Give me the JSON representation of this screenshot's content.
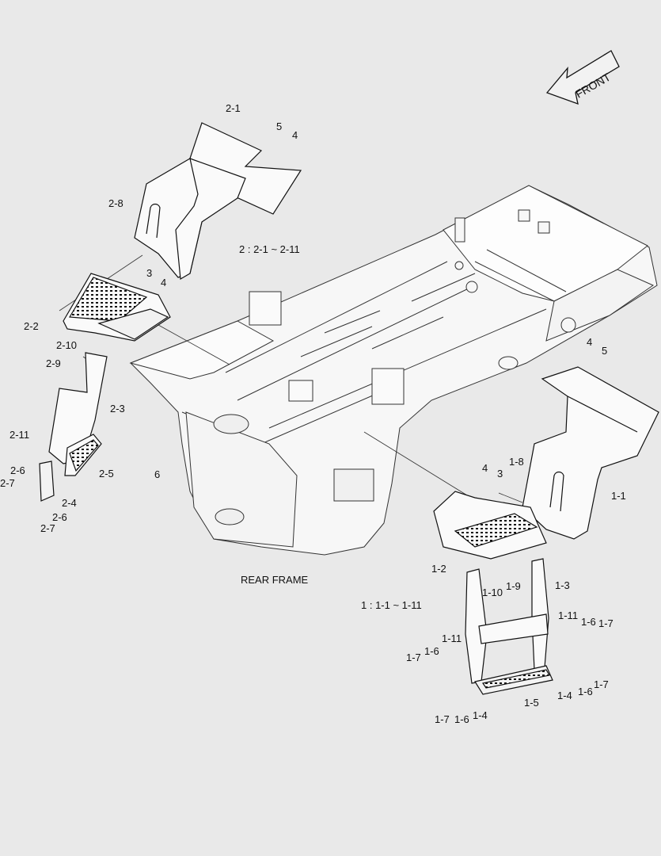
{
  "direction_label": "FRONT",
  "frame_label": "REAR FRAME",
  "group_2_note": "2 : 2-1 ~ 2-11",
  "group_1_note": "1 : 1-1 ~ 1-11",
  "callouts": {
    "c2_1": "2-1",
    "c5_top": "5",
    "c4_top": "4",
    "c2_8": "2-8",
    "c3_left": "3",
    "c4_left": "4",
    "c2_2": "2-2",
    "c2_10": "2-10",
    "c2_9": "2-9",
    "c2_3": "2-3",
    "c2_11": "2-11",
    "c2_5": "2-5",
    "c2_6a": "2-6",
    "c2_7a": "2-7",
    "c2_4": "2-4",
    "c2_6b": "2-6",
    "c2_7b": "2-7",
    "c6": "6",
    "c4_right": "4",
    "c5_right": "5",
    "c4_mid": "4",
    "c3_mid": "3",
    "c1_8": "1-8",
    "c1_1": "1-1",
    "c1_2": "1-2",
    "c1_10": "1-10",
    "c1_9": "1-9",
    "c1_3": "1-3",
    "c1_11a": "1-11",
    "c1_6a": "1-6",
    "c1_7a": "1-7",
    "c1_11b": "1-11",
    "c1_7b": "1-7",
    "c1_6b": "1-6",
    "c1_4a": "1-4",
    "c1_6c": "1-6",
    "c1_7c": "1-7",
    "c1_5": "1-5",
    "c1_7d": "1-7",
    "c1_6d": "1-6",
    "c1_4b": "1-4"
  }
}
